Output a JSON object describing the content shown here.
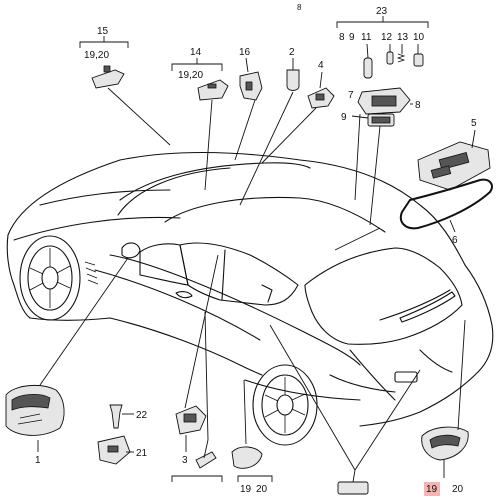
{
  "callouts": {
    "c1": "1",
    "c2": "2",
    "c3": "3",
    "c4": "4",
    "c5": "5",
    "c6": "6",
    "c7": "7",
    "c8": "8",
    "c9": "9",
    "c10": "10",
    "c11": "11",
    "c12": "12",
    "c13": "13",
    "c14": "14",
    "c15": "15",
    "c16": "16",
    "c21": "21",
    "c22": "22",
    "c23": "23",
    "ref_15": "19,20",
    "ref_14": "19,20",
    "ref_bottom_mid": "19",
    "ref_bottom_mid2": "20",
    "ref_bottom_right": "19",
    "ref_bottom_right2": "20",
    "group_23_items": [
      "8",
      "9",
      "11",
      "12",
      "13",
      "10"
    ],
    "top_mark": "8"
  },
  "colors": {
    "line": "#111111",
    "highlight": "#f6b4b4"
  }
}
